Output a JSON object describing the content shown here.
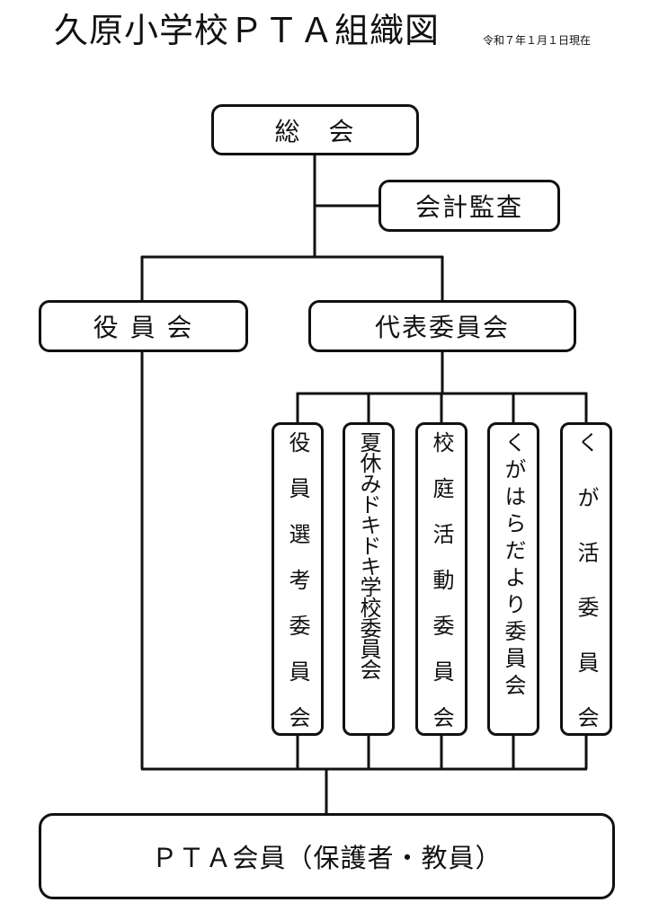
{
  "document": {
    "title": "久原小学校ＰＴＡ組織図",
    "date_note": "令和７年１月１日現在"
  },
  "org_chart": {
    "general_meeting": {
      "label": "総　会"
    },
    "audit": {
      "label": "会計監査"
    },
    "officers_board": {
      "label": "役 員 会"
    },
    "representative_committee": {
      "label": "代表委員会"
    },
    "committees": [
      {
        "label": "役員選考委員会"
      },
      {
        "label": "夏休みドキドキ学校委員会"
      },
      {
        "label": "校庭活動委員会"
      },
      {
        "label": "くがはらだより委員会"
      },
      {
        "label": "くが活委員会"
      }
    ],
    "members": {
      "label": "ＰＴＡ会員（保護者・教員）"
    }
  }
}
